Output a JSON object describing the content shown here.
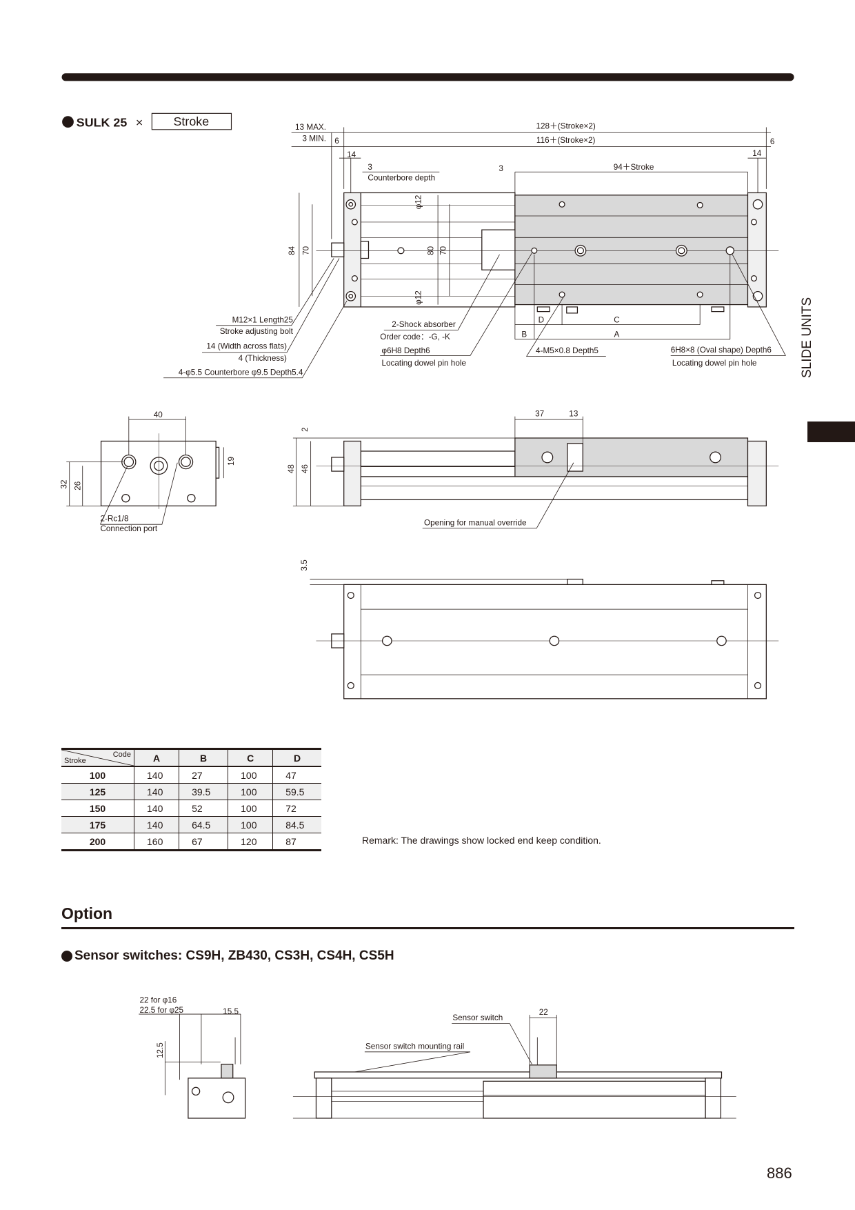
{
  "header": {
    "model": "SULK 25",
    "times": "×",
    "stroke_box": "Stroke"
  },
  "side_tab": {
    "label": "SLIDE UNITS"
  },
  "top_view": {
    "dim_13max": "13 MAX.",
    "dim_3min": "3 MIN.",
    "dim_6_left": "6",
    "dim_6_right": "6",
    "dim_14_left": "14",
    "dim_14_right": "14",
    "dim_3_left": "3",
    "dim_3_mid": "3",
    "counterbore_depth": "Counterbore depth",
    "overall_128": "128＋(Stroke×2)",
    "overall_116": "116＋(Stroke×2)",
    "dim_94": "94＋Stroke",
    "dim_84": "84",
    "dim_70_left": "70",
    "dim_80": "80",
    "dim_70_mid": "70",
    "phi12_top": "φ12",
    "phi12_bottom": "φ12",
    "code_D": "D",
    "code_C": "C",
    "code_B": "B",
    "code_A": "A",
    "note_bolt_1": "M12×1 Length25",
    "note_bolt_2": "Stroke adjusting bolt",
    "note_flats_1": "14 (Width across flats)",
    "note_flats_2": "4 (Thickness)",
    "note_counterbore": "4-φ5.5 Counterbore φ9.5  Depth5.4",
    "note_shock_1": "2-Shock absorber",
    "note_shock_2": "Order code：-G, -K",
    "note_dowel_1": "φ6H8 Depth6",
    "note_dowel_2": "Locating dowel pin hole",
    "note_m5": "4-M5×0.8 Depth5",
    "note_oval_1": "6H8×8 (Oval shape) Depth6",
    "note_oval_2": "Locating dowel pin hole"
  },
  "end_view": {
    "dim_40": "40",
    "dim_32": "32",
    "dim_26": "26",
    "dim_19": "19",
    "port_1": "2-Rc1/8",
    "port_2": "Connection port"
  },
  "side_view": {
    "dim_37": "37",
    "dim_13": "13",
    "dim_2": "2",
    "dim_48": "48",
    "dim_46": "46",
    "manual_override": "Opening for manual override"
  },
  "bottom_view": {
    "dim_3_5": "3.5"
  },
  "table": {
    "corner_code": "Code",
    "corner_stroke": "Stroke",
    "columns": [
      "A",
      "B",
      "C",
      "D"
    ],
    "rows": [
      {
        "stroke": "100",
        "A": "140",
        "B": "27",
        "C": "100",
        "D": "47"
      },
      {
        "stroke": "125",
        "A": "140",
        "B": "39.5",
        "C": "100",
        "D": "59.5"
      },
      {
        "stroke": "150",
        "A": "140",
        "B": "52",
        "C": "100",
        "D": "72"
      },
      {
        "stroke": "175",
        "A": "140",
        "B": "64.5",
        "C": "100",
        "D": "84.5"
      },
      {
        "stroke": "200",
        "A": "160",
        "B": "67",
        "C": "120",
        "D": "87"
      }
    ]
  },
  "remark": "Remark: The drawings show locked end keep condition.",
  "option": {
    "title": "Option",
    "sensor_title": "Sensor switches: CS9H, ZB430, CS3H, CS4H, CS5H",
    "dim_22_phi16": "22 for φ16",
    "dim_22_5_phi25": "22.5 for φ25",
    "dim_15_5": "15.5",
    "dim_12_5": "12.5",
    "dim_22": "22",
    "sensor_switch": "Sensor switch",
    "mounting_rail": "Sensor switch mounting rail"
  },
  "page_number": "886"
}
